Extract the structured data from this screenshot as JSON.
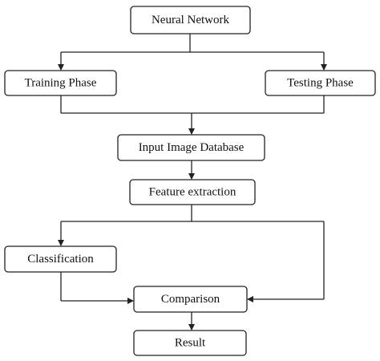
{
  "diagram": {
    "nodes": {
      "neural_network": "Neural Network",
      "training_phase": "Training Phase",
      "testing_phase": "Testing Phase",
      "input_image_database": "Input Image Database",
      "feature_extraction": "Feature extraction",
      "classification": "Classification",
      "comparison": "Comparison",
      "result": "Result"
    },
    "edges": [
      {
        "from": "Neural Network",
        "to": "Training Phase"
      },
      {
        "from": "Neural Network",
        "to": "Testing Phase"
      },
      {
        "from": "Training Phase",
        "to": "Input Image Database"
      },
      {
        "from": "Testing Phase",
        "to": "Input Image Database"
      },
      {
        "from": "Input Image Database",
        "to": "Feature extraction"
      },
      {
        "from": "Feature extraction",
        "to": "Classification"
      },
      {
        "from": "Feature extraction",
        "to": "Comparison"
      },
      {
        "from": "Classification",
        "to": "Comparison"
      },
      {
        "from": "Comparison",
        "to": "Result"
      }
    ]
  }
}
